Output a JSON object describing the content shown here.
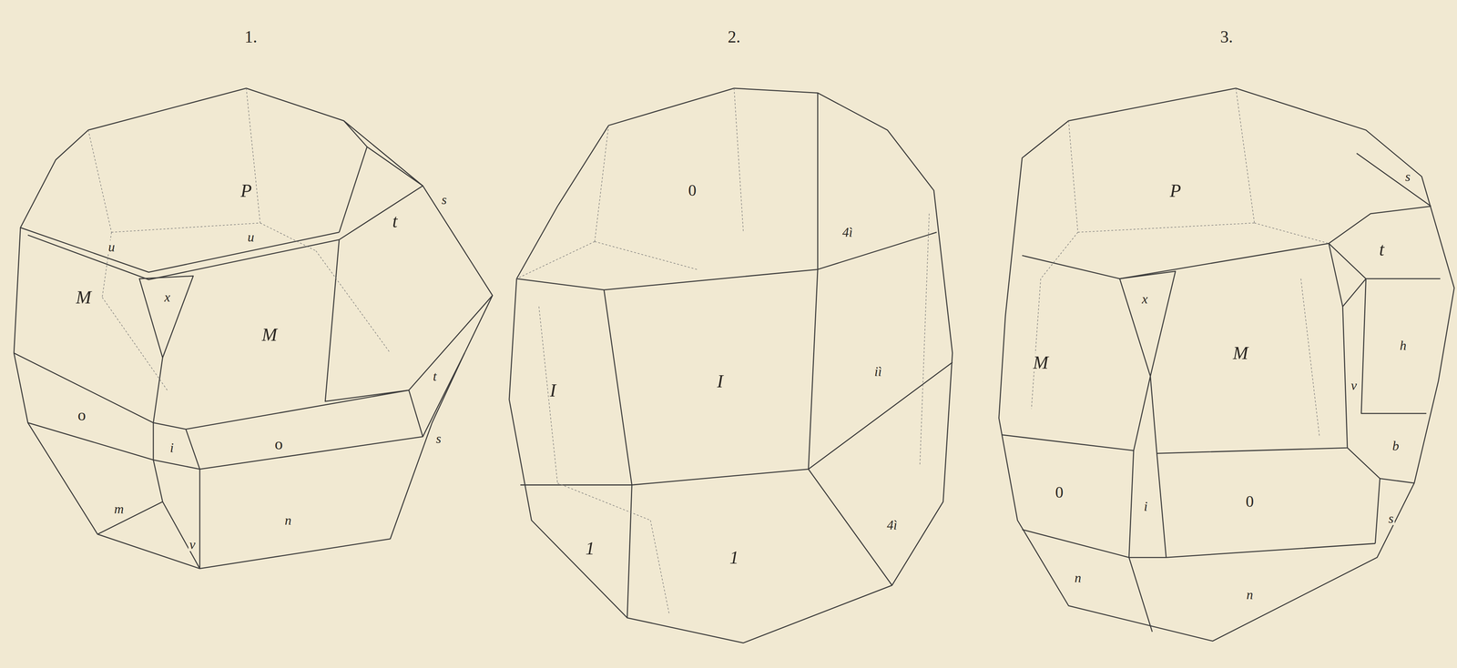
{
  "diagram": {
    "labels": [
      "1.",
      "2.",
      "3.",
      "P",
      "s",
      "u",
      "x",
      "u",
      "M",
      "M",
      "t",
      "o",
      "o",
      "t",
      "i",
      "m",
      "v",
      "n",
      "s",
      "0",
      "4ì",
      "I",
      "I",
      "iì",
      "1",
      "1",
      "4ì",
      "P",
      "s",
      "t",
      "x",
      "M",
      "M",
      "h",
      "v",
      "0",
      "i",
      "0",
      "b",
      "n",
      "n",
      "s"
    ]
  }
}
